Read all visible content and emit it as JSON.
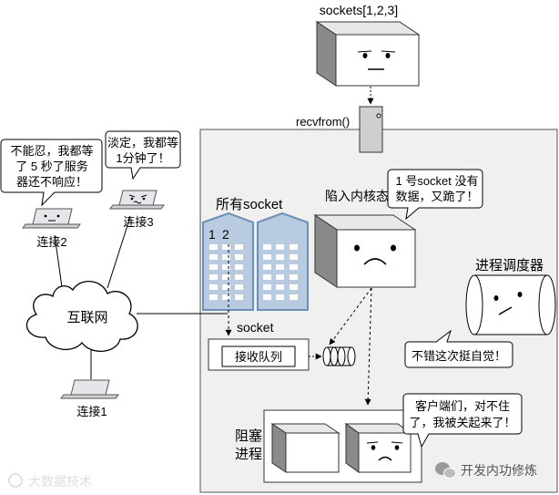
{
  "top": {
    "title": "sockets[1,2,3]",
    "recv_label": "recvfrom()"
  },
  "kernel_area": {
    "sockets_label": "所有socket",
    "socket_numbers": [
      "1",
      "2"
    ],
    "socket_label": "socket",
    "queue_label": "接收队列",
    "kernel_label": "陷入内核态",
    "kernel_bubble": [
      "1 号socket 没有",
      "数据，又跪了！"
    ],
    "block_label": [
      "阻塞",
      "进程"
    ],
    "block_bubble": [
      "客户端们，对不住",
      "了，我被关起来了！"
    ],
    "scheduler_label": "进程调度器",
    "scheduler_bubble": "不错这次挺自觉！"
  },
  "clients": {
    "internet_label": "互联网",
    "conn1": "连接1",
    "conn2": "连接2",
    "conn3": "连接3",
    "bubble2": [
      "不能忍，我都等",
      "了 5 秒了服务",
      "器还不响应！"
    ],
    "bubble3": [
      "淡定，我都等",
      "1分钟了！"
    ]
  },
  "watermarks": {
    "left": "大数据技术",
    "right": "开发内功修炼"
  },
  "colors": {
    "kernel_bg": "#f0f0f0",
    "building_fill": "#b8cbe0",
    "building_stroke": "#6f8fb5",
    "cube_front": "#ffffff",
    "cube_top": "#e8e8e8",
    "cube_side": "#8a8a8a"
  }
}
